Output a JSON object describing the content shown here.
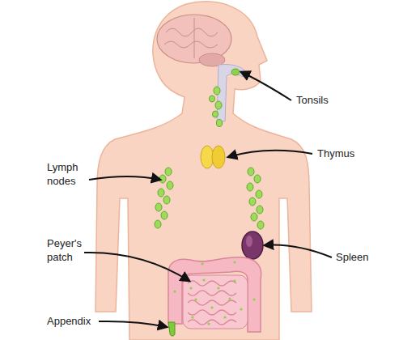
{
  "diagram": {
    "labels": [
      "Tonsils",
      "Thymus",
      "Lymph nodes",
      "Peyer's patch",
      "Spleen",
      "Appendix"
    ]
  }
}
